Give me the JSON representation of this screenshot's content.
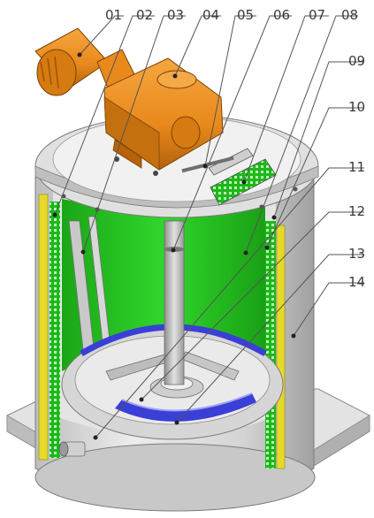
{
  "callouts": [
    {
      "id": "p01",
      "label": "01"
    },
    {
      "id": "p02",
      "label": "02"
    },
    {
      "id": "p03",
      "label": "03"
    },
    {
      "id": "p04",
      "label": "04"
    },
    {
      "id": "p05",
      "label": "05"
    },
    {
      "id": "p06",
      "label": "06"
    },
    {
      "id": "p07",
      "label": "07"
    },
    {
      "id": "p08",
      "label": "08"
    },
    {
      "id": "p09",
      "label": "09"
    },
    {
      "id": "p10",
      "label": "10"
    },
    {
      "id": "p11",
      "label": "11"
    },
    {
      "id": "p12",
      "label": "12"
    },
    {
      "id": "p13",
      "label": "13"
    },
    {
      "id": "p14",
      "label": "14"
    }
  ],
  "colors": {
    "motor_orange": "#e8891c",
    "motor_dark": "#b3610c",
    "tank_grey": "#d9d9d9",
    "tank_shadow": "#9c9c9c",
    "inner_green": "#22c51f",
    "liner_yellow": "#e6d92a",
    "ring_blue": "#3a3fd6"
  }
}
